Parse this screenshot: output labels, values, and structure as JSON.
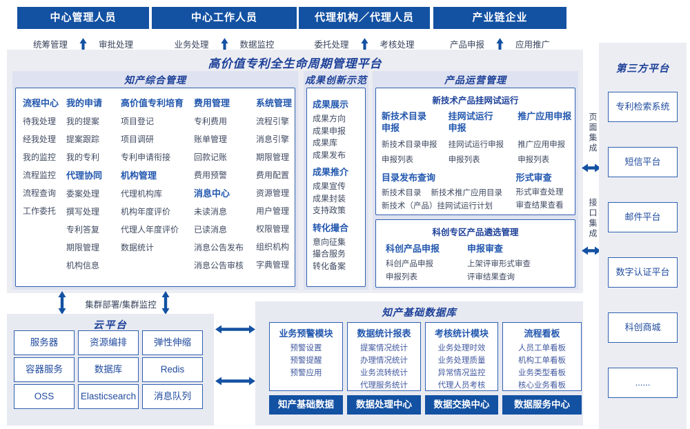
{
  "page": {
    "title": "高价值专利全生命周期管理平台"
  },
  "colors": {
    "primary_blue": "#1351a2",
    "title_navy": "#1c4098",
    "group_header_blue": "#2257ae",
    "item_ink": "#3f4a61",
    "db_item_blue": "#42599f",
    "box_border_blue": "#2e5fae"
  },
  "top_roles": [
    {
      "label": "中心管理人员",
      "functions": [
        "统筹管理",
        "审批处理"
      ]
    },
    {
      "label": "中心工作人员",
      "functions": [
        "业务处理",
        "数据监控"
      ]
    },
    {
      "label": "代理机构／代理人员",
      "functions": [
        "委托处理",
        "考核处理"
      ]
    },
    {
      "label": "产业链企业",
      "functions": [
        "产品申报",
        "应用推广"
      ]
    }
  ],
  "sections": {
    "zhichan": {
      "title": "知产综合管理",
      "columns": [
        {
          "groups": [
            {
              "header": "流程中心",
              "items": [
                "待我处理",
                "经我处理",
                "我的监控",
                "流程监控",
                "流程查询",
                "工作委托"
              ]
            }
          ]
        },
        {
          "groups": [
            {
              "header": "我的申请",
              "items": [
                "我的提案",
                "提案跟踪",
                "我的专利"
              ]
            },
            {
              "header": "代理协同",
              "items": [
                "委案处理",
                "撰写处理",
                "专利答复",
                "期限管理",
                "机构信息"
              ]
            }
          ]
        },
        {
          "groups": [
            {
              "header": "高价值专利培育",
              "items": [
                "项目登记",
                "项目调研",
                "专利申请衔接"
              ]
            },
            {
              "header": "机构管理",
              "items": [
                "代理机构库",
                "机构年度评价",
                "代理人年度评价",
                "数据统计"
              ]
            }
          ]
        },
        {
          "groups": [
            {
              "header": "费用管理",
              "items": [
                "专利费用",
                "账单管理",
                "回款记账",
                "费用预警"
              ]
            },
            {
              "header": "消息中心",
              "items": [
                "未读消息",
                "已读消息",
                "消息公告发布",
                "消息公告审核"
              ]
            }
          ]
        },
        {
          "groups": [
            {
              "header": "系统管理",
              "items": [
                "流程引擎",
                "消息引擎",
                "期限管理",
                "费用配置",
                "资源管理",
                "用户管理",
                "权限管理",
                "组织机构",
                "字典管理"
              ]
            }
          ]
        }
      ]
    },
    "chengguo": {
      "title": "成果创新示范",
      "groups": [
        {
          "header": "成果展示",
          "items": [
            "成果方向",
            "成果申报",
            "成果库",
            "成果发布"
          ]
        },
        {
          "header": "成果推介",
          "items": [
            "成果宣传",
            "成果封装",
            "支持政策"
          ]
        },
        {
          "header": "转化撮合",
          "items": [
            "意向征集",
            "撮合服务",
            "转化备案"
          ]
        }
      ]
    },
    "chanpin": {
      "title": "产品运营管理",
      "box1": {
        "title": "新技术产品挂网试运行",
        "columns": [
          {
            "header": "新技术目录申报",
            "items": [
              "新技术目录申报",
              "申报列表"
            ]
          },
          {
            "header": "挂网试运行申报",
            "items": [
              "挂网试运行申报",
              "申报列表"
            ]
          },
          {
            "header": "推广应用申报",
            "items": [
              "推广应用申报",
              "申报列表"
            ]
          }
        ],
        "catalog": {
          "header": "目录发布查询",
          "row1": [
            "新技术目录",
            "新技术推广应用目录"
          ],
          "row2": "新技术（产品）挂网试运行计划"
        },
        "review": {
          "header": "形式审查",
          "items": [
            "形式审查处理",
            "审查结果查看"
          ]
        }
      },
      "box2": {
        "title": "科创专区产品遴选管理",
        "columns": [
          {
            "header": "科创产品申报",
            "items": [
              "科创产品申报",
              "申报列表"
            ]
          },
          {
            "header": "申报审查",
            "items": [
              "上架评审形式审查",
              "评审结果查询"
            ]
          }
        ]
      }
    }
  },
  "integration": {
    "page_label": "页面集成",
    "api_label": "接口集成"
  },
  "third_party": {
    "title": "第三方平台",
    "items": [
      "专利检索系统",
      "短信平台",
      "邮件平台",
      "数字认证平台",
      "科创商城",
      "......"
    ]
  },
  "cluster_label": "集群部署/集群监控",
  "cloud": {
    "title": "云平台",
    "items": [
      "服务器",
      "资源编排",
      "弹性伸缩",
      "容器服务",
      "数据库",
      "Redis",
      "OSS",
      "Elasticsearch",
      "消息队列"
    ]
  },
  "database": {
    "title": "知产基础数据库",
    "modules": [
      {
        "header": "业务预警模块",
        "items": [
          "预警设置",
          "预警提醒",
          "预警应用"
        ]
      },
      {
        "header": "数据统计报表",
        "items": [
          "提案情况统计",
          "办理情况统计",
          "业务流转统计",
          "代理服务统计"
        ]
      },
      {
        "header": "考核统计模块",
        "items": [
          "业务处理时效",
          "业务处理质量",
          "异常情况监控",
          "代理人员考核"
        ]
      },
      {
        "header": "流程看板",
        "items": [
          "人员工单看板",
          "机构工单看板",
          "业务类型看板",
          "核心业务看板"
        ]
      }
    ],
    "centers": [
      "知产基础数据",
      "数据处理中心",
      "数据交换中心",
      "数据服务中心"
    ]
  }
}
